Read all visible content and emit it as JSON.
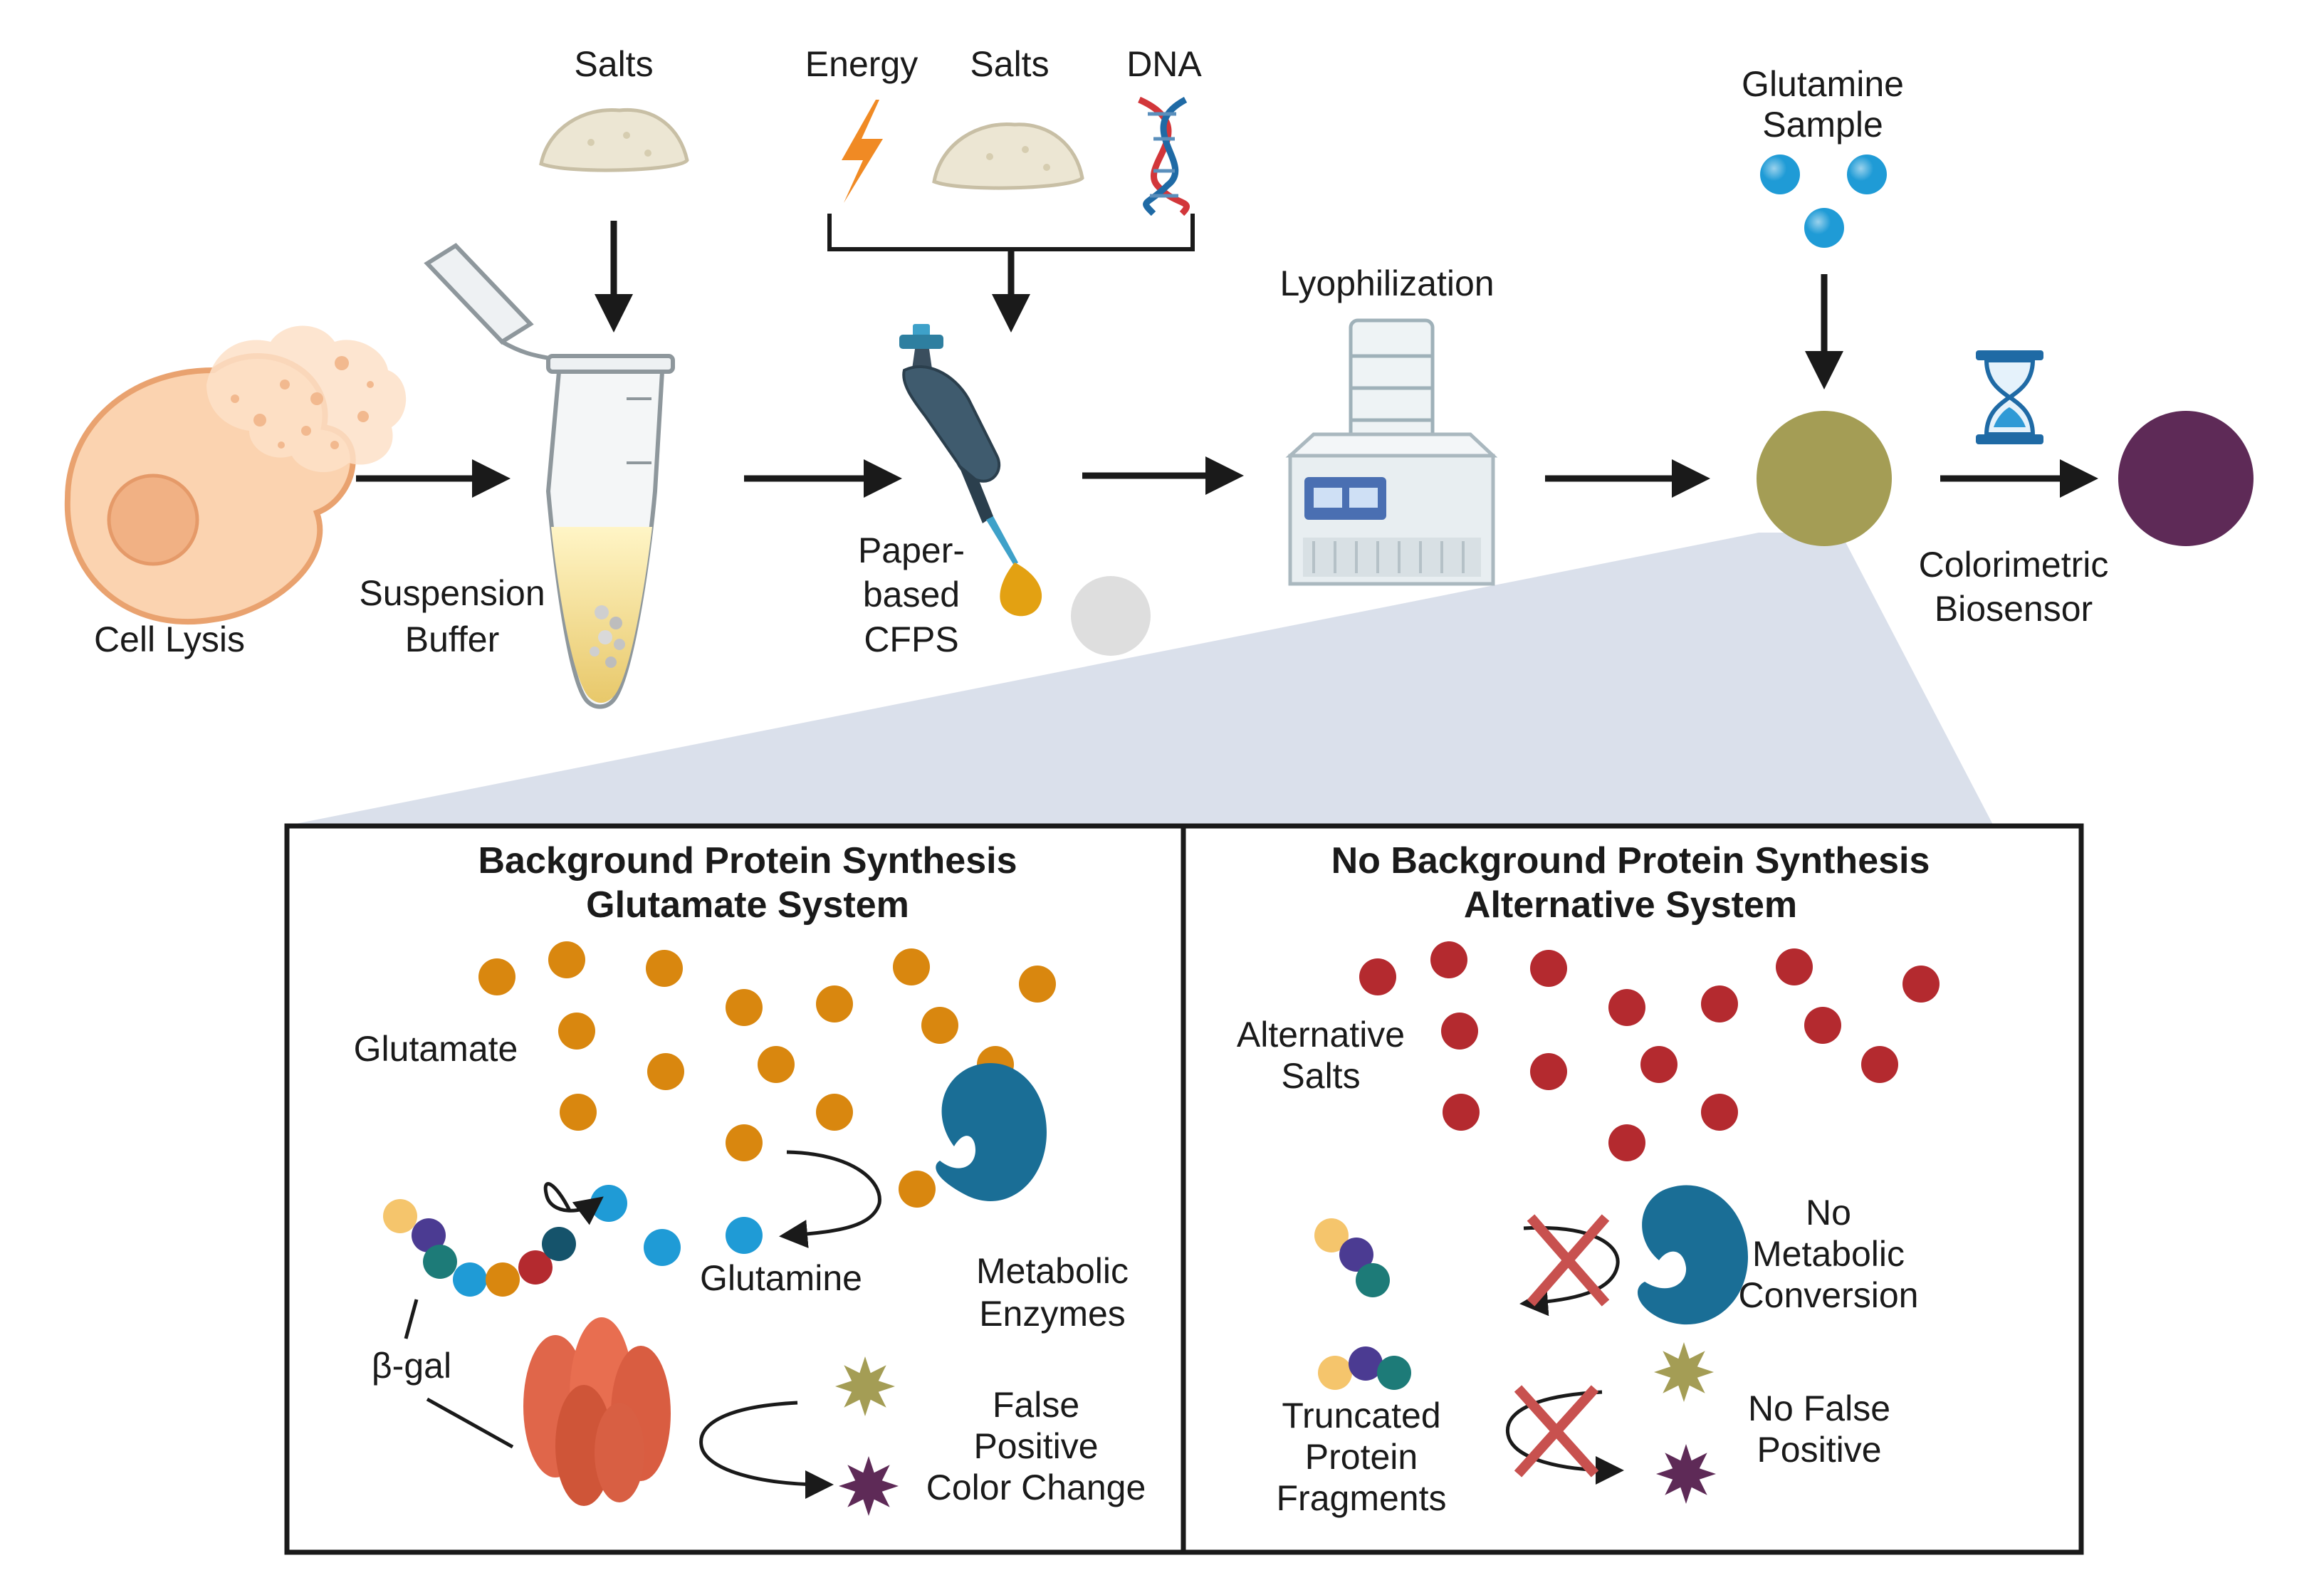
{
  "top": {
    "cell_lysis": "Cell Lysis",
    "salts_1": "Salts",
    "suspension_buffer": [
      "Suspension",
      "Buffer"
    ],
    "energy": "Energy",
    "salts_2": "Salts",
    "dna": "DNA",
    "paper_cfps": [
      "Paper-",
      "based",
      "CFPS"
    ],
    "lyophilization": "Lyophilization",
    "glutamine_sample": [
      "Glutamine",
      "Sample"
    ],
    "colorimetric_biosensor": [
      "Colorimetric",
      "Biosensor"
    ]
  },
  "panel_left": {
    "title": [
      "Background Protein Synthesis",
      "Glutamate System"
    ],
    "glutamate": "Glutamate",
    "glutamine": "Glutamine",
    "metabolic_enzymes": [
      "Metabolic",
      "Enzymes"
    ],
    "beta_gal": "β-gal",
    "false_positive": [
      "False",
      "Positive",
      "Color Change"
    ]
  },
  "panel_right": {
    "title": [
      "No Background Protein Synthesis",
      "Alternative System"
    ],
    "alternative_salts": [
      "Alternative",
      "Salts"
    ],
    "no_metabolic_conversion": [
      "No",
      "Metabolic",
      "Conversion"
    ],
    "truncated_fragments": [
      "Truncated",
      "Protein",
      "Fragments"
    ],
    "no_false_positive": [
      "No False",
      "Positive"
    ]
  },
  "colors": {
    "glutamate": "#d9870f",
    "glutamine": "#1f9bd6",
    "alt_salt": "#b42a2f",
    "enzyme": "#1a6e96",
    "result_before": "#a49d55",
    "result_after": "#5e2a57",
    "cross": "#c8514f",
    "bgal": "#e0664a",
    "star_yellow": "#a49d55",
    "star_purple": "#5e2a57",
    "funnel": "#d6dde9"
  }
}
